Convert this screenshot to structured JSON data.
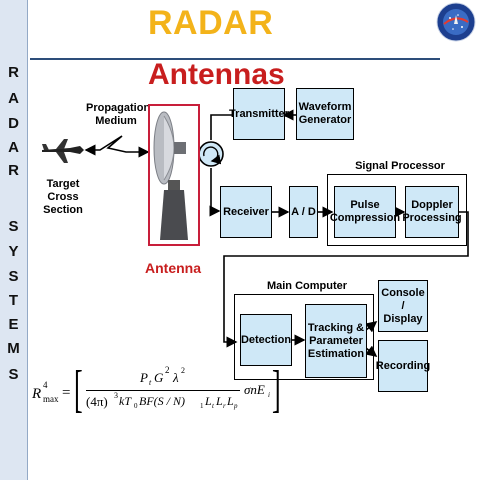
{
  "sidebar": {
    "letters": [
      "R",
      "A",
      "D",
      "A",
      "R",
      "S",
      "Y",
      "S",
      "T",
      "E",
      "M",
      "S"
    ]
  },
  "header": {
    "title": "RADAR",
    "subtitle": "Antennas"
  },
  "diagram": {
    "target_label": "Target\nCross\nSection",
    "medium_label": "Propagation\nMedium",
    "antenna_label": "Antenna",
    "transmitter": "Transmitter",
    "waveform_generator": "Waveform\nGenerator",
    "receiver": "Receiver",
    "ad": "A / D",
    "signal_processor": "Signal Processor",
    "pulse_compression": "Pulse\nCompression",
    "doppler_processing": "Doppler\nProcessing",
    "main_computer": "Main Computer",
    "detection": "Detection",
    "tracking": "Tracking &\nParameter\nEstimation",
    "console": "Console /\nDisplay",
    "recording": "Recording"
  },
  "equation": {
    "lhs": "R",
    "lhs_sup": "4",
    "lhs_sub": "max",
    "numerator": "P",
    "numerator_sub": "t",
    "numerator_rest": "G",
    "numerator_sup": "2",
    "numerator_lambda": "λ",
    "numerator_lambda_sup": "2",
    "denominator": "(4π)",
    "denominator_sup": "3",
    "denominator_rest": "kT",
    "denominator_sub0": "0",
    "denominator_mid": "BF(S / N)",
    "denominator_sub1": "1",
    "denominator_L": "L",
    "denominator_sub_t": "t",
    "denominator_sub_r": "r",
    "denominator_sub_p": "p",
    "tail": "σnE",
    "tail_sub": "i"
  }
}
